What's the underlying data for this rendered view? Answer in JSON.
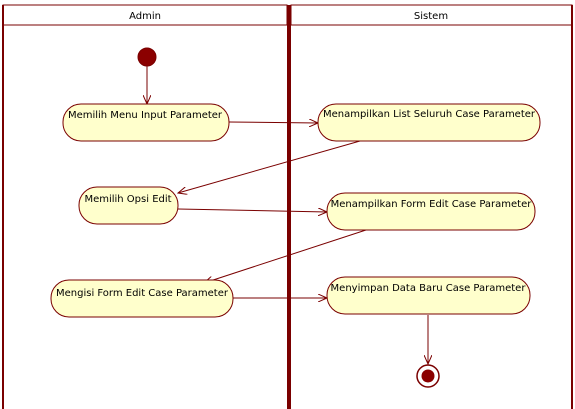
{
  "colors": {
    "line": "#7a0000",
    "node_fill": "#ffffcc",
    "initial_fill": "#8b0000",
    "header_fill": "#ffffff",
    "text": "#000000"
  },
  "swimlanes": [
    {
      "id": "admin",
      "label": "Admin"
    },
    {
      "id": "sistem",
      "label": "Sistem"
    }
  ],
  "nodes": [
    {
      "id": "a1",
      "lane": "admin",
      "label": "Memilih Menu Input Parameter"
    },
    {
      "id": "s1",
      "lane": "sistem",
      "label": "Menampilkan List Seluruh Case Parameter"
    },
    {
      "id": "a2",
      "lane": "admin",
      "label": "Memilih Opsi Edit"
    },
    {
      "id": "s2",
      "lane": "sistem",
      "label": "Menampilkan Form Edit Case Parameter"
    },
    {
      "id": "a3",
      "lane": "admin",
      "label": "Mengisi Form Edit Case Parameter"
    },
    {
      "id": "s3",
      "lane": "sistem",
      "label": "Menyimpan Data Baru Case Parameter"
    }
  ],
  "flows": [
    {
      "from": "start",
      "to": "a1"
    },
    {
      "from": "a1",
      "to": "s1"
    },
    {
      "from": "s1",
      "to": "a2"
    },
    {
      "from": "a2",
      "to": "s2"
    },
    {
      "from": "s2",
      "to": "a3"
    },
    {
      "from": "a3",
      "to": "s3"
    },
    {
      "from": "s3",
      "to": "end"
    }
  ]
}
